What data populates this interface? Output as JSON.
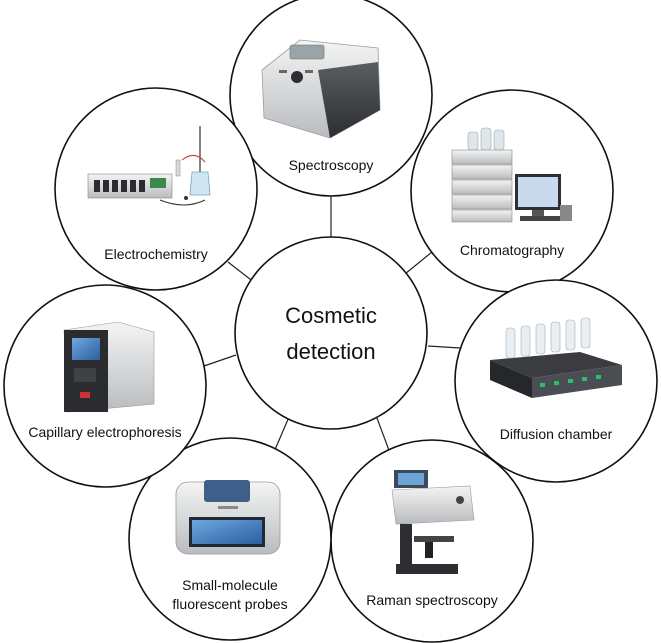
{
  "center": {
    "line1": "Cosmetic",
    "line2": "detection"
  },
  "nodes": [
    {
      "id": "spectroscopy",
      "label_lines": [
        "Spectroscopy"
      ],
      "icon": "uv-vis-spectrophotometer"
    },
    {
      "id": "chromatography",
      "label_lines": [
        "Chromatography"
      ],
      "icon": "hplc-system"
    },
    {
      "id": "diffusion-chamber",
      "label_lines": [
        "Diffusion chamber"
      ],
      "icon": "franz-diffusion-cells"
    },
    {
      "id": "raman-spectroscopy",
      "label_lines": [
        "Raman spectroscopy"
      ],
      "icon": "raman-microscope"
    },
    {
      "id": "fluorescent-probes",
      "label_lines": [
        "Small-molecule",
        "fluorescent probes"
      ],
      "icon": "fluorescence-reader"
    },
    {
      "id": "capillary-electrophoresis",
      "label_lines": [
        "Capillary electrophoresis"
      ],
      "icon": "ce-instrument"
    },
    {
      "id": "electrochemistry",
      "label_lines": [
        "Electrochemistry"
      ],
      "icon": "electrochemical-workstation"
    }
  ]
}
